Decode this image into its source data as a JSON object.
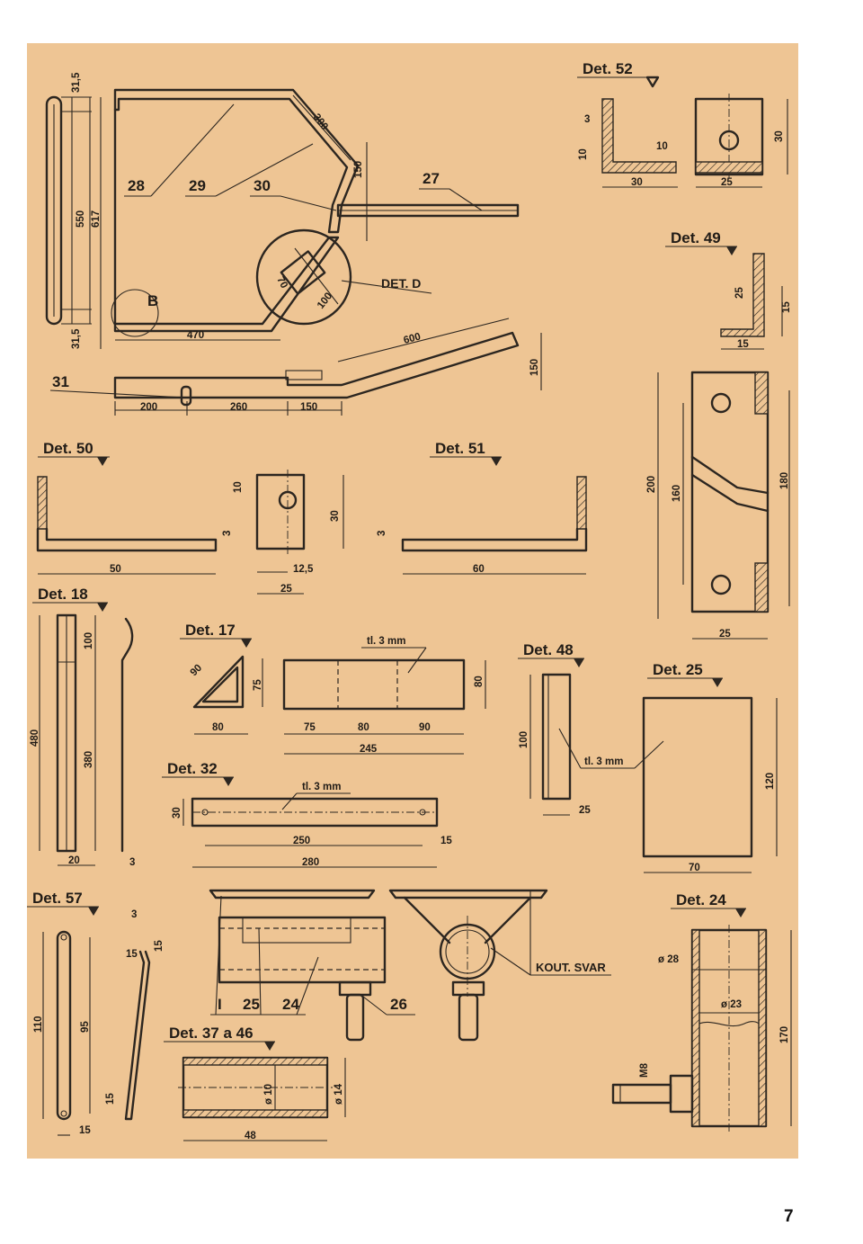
{
  "page_number": "7",
  "titles": {
    "det52": "Det. 52",
    "det49": "Det. 49",
    "det50": "Det. 50",
    "det51": "Det. 51",
    "det18": "Det. 18",
    "det17": "Det. 17",
    "det48": "Det. 48",
    "det25": "Det. 25",
    "det32": "Det. 32",
    "det57": "Det. 57",
    "det24": "Det. 24",
    "det37a46": "Det. 37 a 46"
  },
  "parts": {
    "p28": "28",
    "p29": "29",
    "p30": "30",
    "p27": "27",
    "p31": "31",
    "p26": "26",
    "pI": "I",
    "p25": "25",
    "p24": "24",
    "b": "B",
    "det_d": "DET. D",
    "kout_svar": "KOUT. SVAR"
  },
  "notes": {
    "tl3mm": "tl. 3 mm",
    "tl3mm_b": "tl. 3 mm",
    "tl3mm_c": "tl. 3 mm"
  },
  "dims": {
    "f_315a": "31,5",
    "f_550": "550",
    "f_617": "617",
    "f_315b": "31,5",
    "f_470": "470",
    "f_300": "300",
    "f_150a": "150",
    "f_70": "70",
    "f_100": "100",
    "f_600": "600",
    "f_150b": "150",
    "f_200": "200",
    "f_260": "260",
    "f_150c": "150",
    "d52_3": "3",
    "d52_10a": "10",
    "d52_10b": "10",
    "d52_30a": "30",
    "d52_25": "25",
    "d52_30b": "30",
    "d49_25a": "25",
    "d49_15a": "15",
    "d49_15b": "15",
    "d49_200": "200",
    "d49_160": "160",
    "d49_180": "180",
    "d49_25b": "25",
    "d50_50": "50",
    "d50_10": "10",
    "d50_3": "3",
    "d50_30": "30",
    "d50_125": "12,5",
    "d50_25": "25",
    "d51_3": "3",
    "d51_60": "60",
    "d18_100": "100",
    "d18_480": "480",
    "d18_380": "380",
    "d18_20": "20",
    "d18_3": "3",
    "d17_90": "90",
    "d17_75": "75",
    "d17_80a": "80",
    "d17_75b": "75",
    "d17_80b": "80",
    "d17_90b": "90",
    "d17_245": "245",
    "d17_80c": "80",
    "d48_100": "100",
    "d48_25": "25",
    "d25_120": "120",
    "d25_70": "70",
    "d32_30": "30",
    "d32_250": "250",
    "d32_15": "15",
    "d32_280": "280",
    "d57_3": "3",
    "d57_15a": "15",
    "d57_15b": "15",
    "d57_110": "110",
    "d57_95": "95",
    "d57_15c": "15",
    "d57_15d": "15",
    "d24_28": "ø 28",
    "d24_23": "ø 23",
    "d24_170": "170",
    "d24_m8": "M8",
    "d37_10": "ø 10",
    "d37_14": "ø 14",
    "d37_48": "48"
  }
}
